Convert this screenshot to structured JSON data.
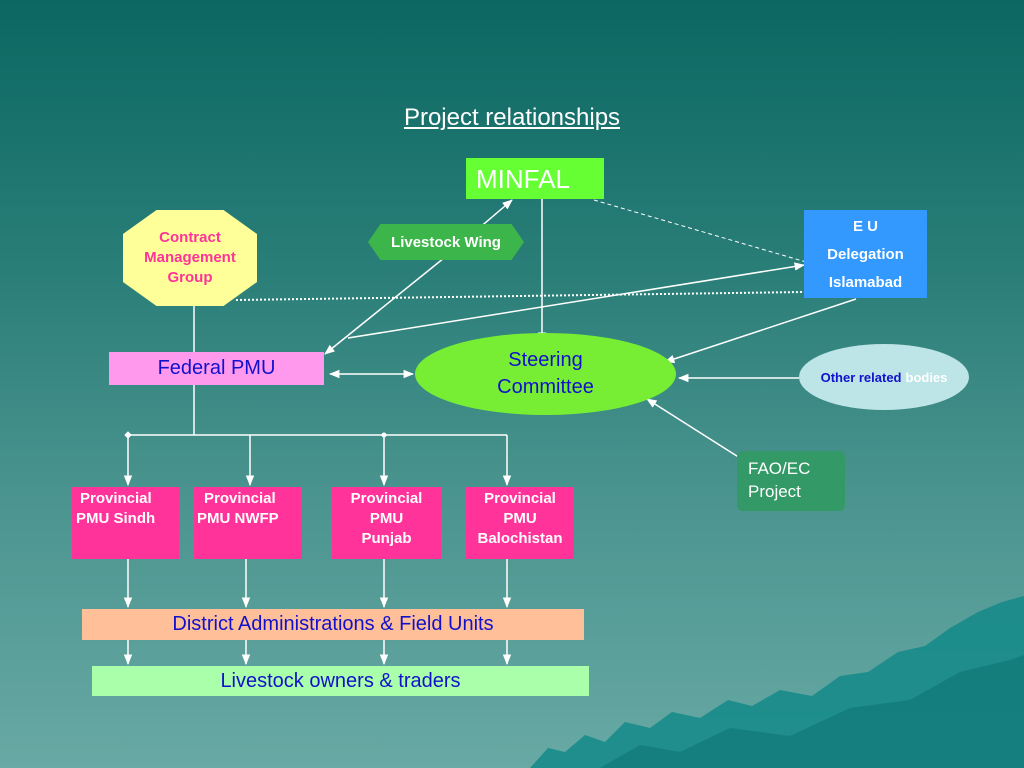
{
  "title": "Project relationships",
  "nodes": {
    "minfal": "MINFAL",
    "contract_group": [
      "Contract",
      "Management",
      "Group"
    ],
    "livestock_wing": "Livestock Wing",
    "eu_delegation": [
      "E U",
      "Delegation",
      "Islamabad"
    ],
    "federal_pmu": "Federal PMU",
    "steering_committee": [
      "Steering",
      "Committee"
    ],
    "other_bodies": [
      "Other related",
      "bodies"
    ],
    "fao_ec": [
      "FAO/EC",
      "Project"
    ],
    "provincial": [
      [
        "Provincial",
        "PMU Sindh"
      ],
      [
        "Provincial",
        "PMU NWFP"
      ],
      [
        "Provincial",
        "PMU",
        "Punjab"
      ],
      [
        "Provincial",
        "PMU",
        "Balochistan"
      ]
    ],
    "district": "District Administrations & Field Units",
    "owners": "Livestock owners & traders"
  },
  "colors": {
    "minfal": "#66ff33",
    "contract_group": "#ffff99",
    "contract_text": "#ff3399",
    "livestock_wing": "#3cb54a",
    "eu_delegation": "#3399ff",
    "federal_pmu": "#ff99ee",
    "steering_committee": "#77ee33",
    "other_bodies": "#bde4e6",
    "fao_ec": "#339966",
    "provincial": "#ff3399",
    "district": "#ffbf99",
    "owners": "#aaffaa",
    "connector": "#ffffff"
  }
}
